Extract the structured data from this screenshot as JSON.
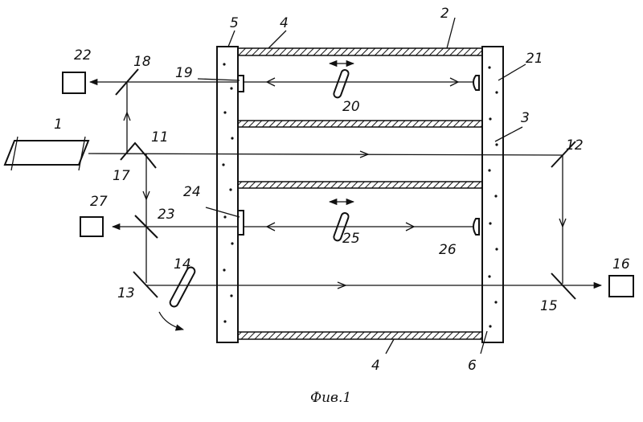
{
  "figure": {
    "caption": "Фив.1",
    "labels": {
      "l1": "1",
      "l2": "2",
      "l3": "3",
      "l4a": "4",
      "l4b": "4",
      "l5": "5",
      "l6": "6",
      "l11": "11",
      "l12": "12",
      "l13": "13",
      "l14": "14",
      "l15": "15",
      "l16": "16",
      "l17": "17",
      "l18": "18",
      "l19": "19",
      "l20": "20",
      "l21": "21",
      "l22": "22",
      "l23": "23",
      "l24": "24",
      "l25": "25",
      "l26": "26",
      "l27": "27"
    }
  }
}
